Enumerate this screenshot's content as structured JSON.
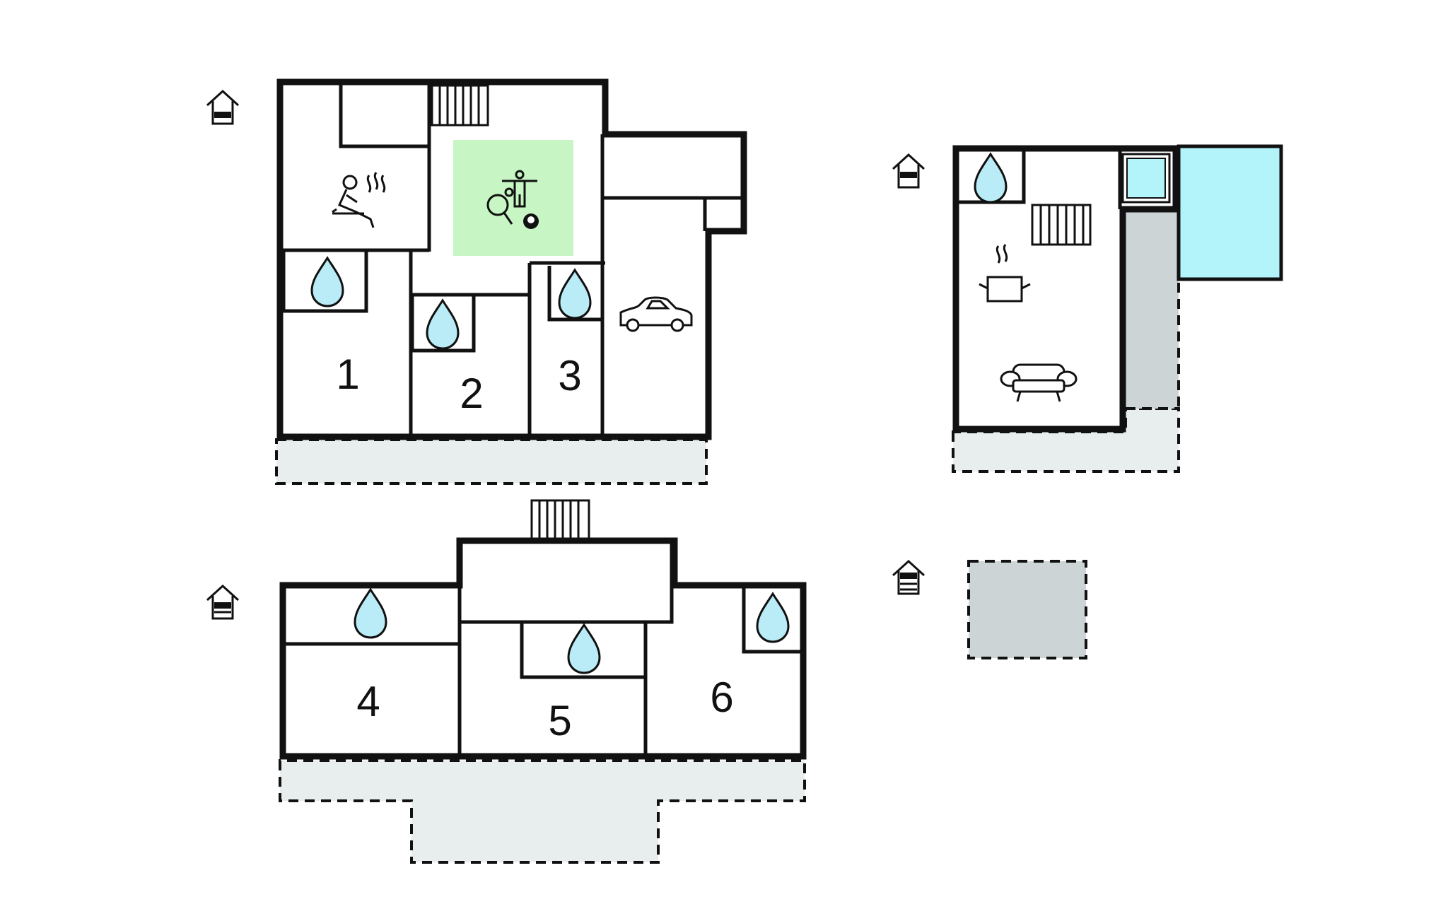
{
  "colors": {
    "wall": "#111111",
    "terrace": "#e8eded",
    "paved": "#cdd4d6",
    "pool": "#b3f4fb",
    "drop": "#b9ecf6",
    "game_room": "#c7f6c4",
    "background": "#ffffff"
  },
  "floors": [
    {
      "name": "ground-floor",
      "floor_icon": "floor-level-basement-icon",
      "rooms": [
        {
          "label": "1",
          "type": "bedroom"
        },
        {
          "label": "2",
          "type": "bedroom"
        },
        {
          "label": "3",
          "type": "bedroom"
        }
      ],
      "features": [
        "sauna-icon",
        "table-tennis-icon",
        "foosball-icon",
        "billiard-ball-icon",
        "car-icon",
        "staircase",
        "bathroom-drop-icon",
        "bathroom-drop-icon",
        "bathroom-drop-icon",
        "terrace"
      ]
    },
    {
      "name": "first-floor",
      "floor_icon": "floor-level-first-icon",
      "rooms": [
        {
          "label": "4",
          "type": "bedroom"
        },
        {
          "label": "5",
          "type": "bedroom"
        },
        {
          "label": "6",
          "type": "bedroom"
        }
      ],
      "features": [
        "staircase",
        "bathroom-drop-icon",
        "bathroom-drop-icon",
        "bathroom-drop-icon",
        "terrace"
      ]
    },
    {
      "name": "living-floor",
      "floor_icon": "floor-level-ground-icon",
      "features": [
        "bathroom-drop-icon",
        "staircase",
        "cooking-pot-icon",
        "sofa-icon",
        "pool",
        "terrace"
      ]
    },
    {
      "name": "annex",
      "floor_icon": "floor-level-top-icon",
      "features": [
        "paved-area"
      ]
    }
  ]
}
